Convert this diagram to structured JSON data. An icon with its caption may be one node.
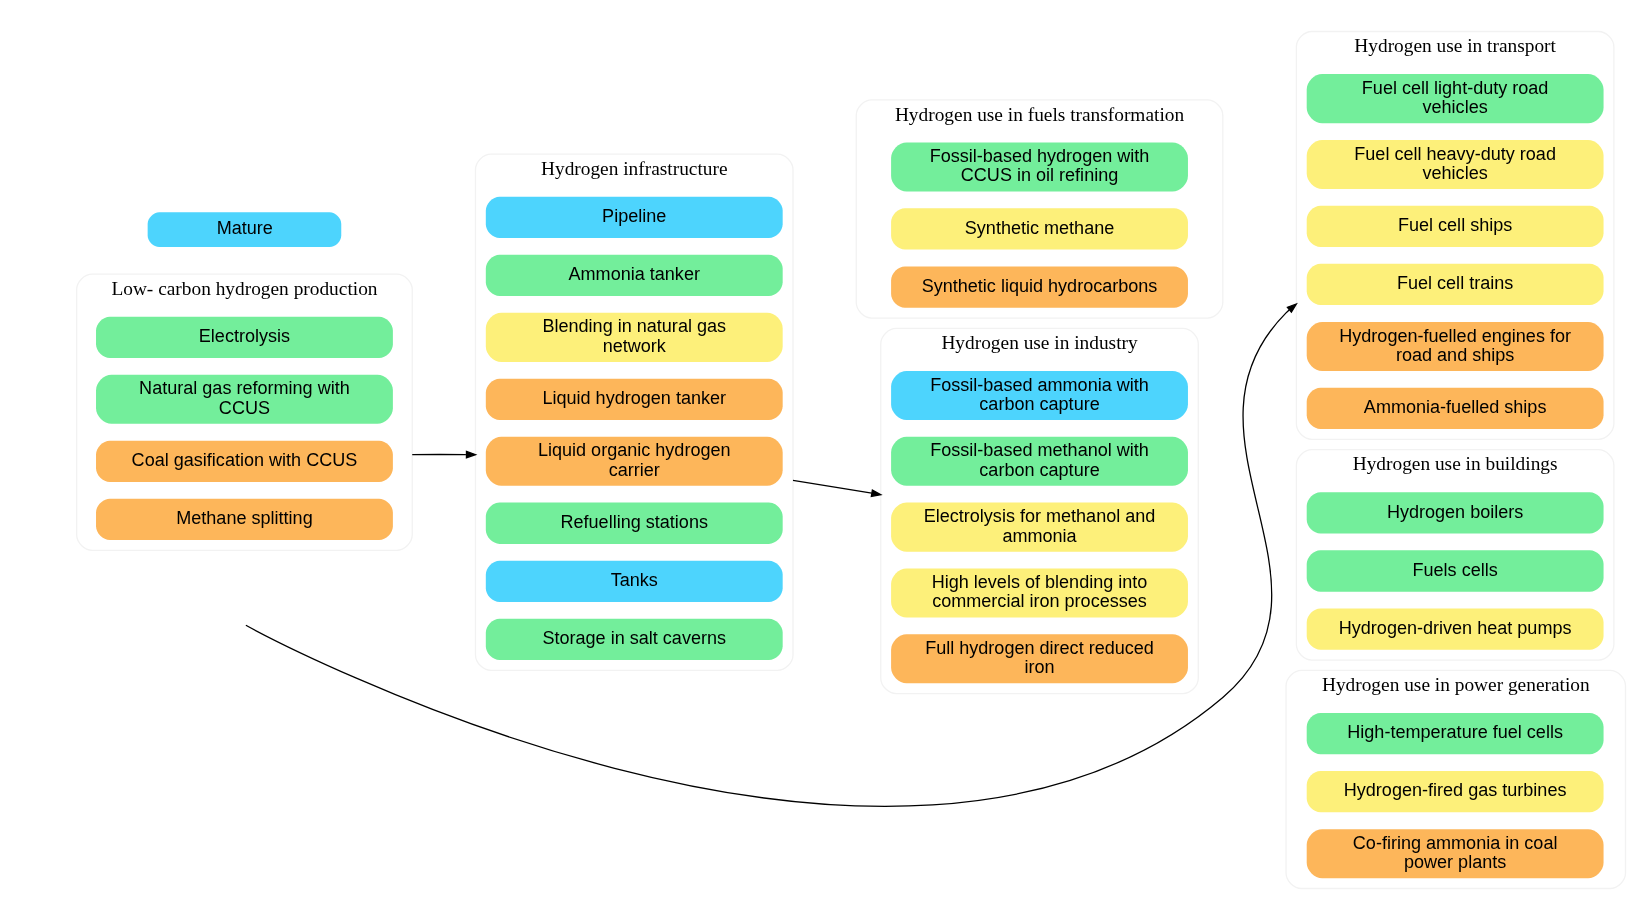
{
  "diagram": {
    "nodes": [
      {
        "text": [
          "Low- carbon hydrogen production"
        ]
      },
      {
        "text": [
          "Electrolysis"
        ],
        "in": 0
      },
      {
        "text": [
          "Natural gas reforming with CCUS"
        ],
        "in": 0
      },
      {
        "text": [
          "Coal gasification with CCUS"
        ],
        "in": 0
      },
      {
        "text": [
          "Methane splitting"
        ],
        "in": 0
      },
      {
        "text": [
          "Hydrogen infrastructure"
        ]
      },
      {
        "text": [
          "Pipeline"
        ],
        "in": 5
      },
      {
        "text": [
          "Ammonia tanker"
        ],
        "in": 5
      },
      {
        "text": [
          "Blending in natural gas network"
        ],
        "in": 5
      },
      {
        "text": [
          "Liquid hydrogen tanker"
        ],
        "in": 5
      },
      {
        "text": [
          "Liquid organic hydrogen carrier"
        ],
        "in": 5
      },
      {
        "text": [
          "Refuelling stations"
        ],
        "in": 5
      },
      {
        "text": [
          "Tanks"
        ],
        "in": 5
      },
      {
        "text": [
          "Storage in salt caverns"
        ],
        "in": 5
      },
      {
        "text": [
          "Hydrogen use in fuels transformation"
        ]
      },
      {
        "text": [
          "Fossil-based hydrogen with CCUS in oil refining"
        ],
        "in": 14
      },
      {
        "text": [
          "Synthetic methane"
        ],
        "in": 14
      },
      {
        "text": [
          "Synthetic liquid hydrocarbons"
        ],
        "in": 14
      },
      {
        "text": [
          "Hydrogen use in industry"
        ]
      },
      {
        "text": [
          "Fossil-based ammonia with carbon capture"
        ],
        "in": 18
      },
      {
        "text": [
          "Fossil-based methanol with carbon capture"
        ],
        "in": 18
      },
      {
        "text": [
          "Electrolysis for methanol and ammonia"
        ],
        "in": 18
      },
      {
        "text": [
          "High levels of blending into commercial iron processes"
        ],
        "in": 18
      },
      {
        "text": [
          "Full hydrogen direct reduced iron"
        ],
        "in": 18
      },
      {
        "text": [
          "Hydrogen use in transport"
        ]
      },
      {
        "text": [
          "Fuel cell light-duty road vehicles"
        ],
        "in": 24
      },
      {
        "text": [
          "Fuel cell heavy-duty road vehicles"
        ],
        "in": 24
      },
      {
        "text": [
          "Fuel cell ships"
        ],
        "in": 24
      },
      {
        "text": [
          "Fuel cell trains"
        ],
        "in": 24
      },
      {
        "text": [
          "Hydrogen-fuelled engines for road and ships"
        ],
        "in": 24
      },
      {
        "text": [
          "Ammonia-fuelled ships"
        ],
        "in": 24
      },
      {
        "text": [
          "Hydrogen use in buildings"
        ]
      },
      {
        "text": [
          "Hydrogen boilers"
        ],
        "in": 31
      },
      {
        "text": [
          "Fuels cells"
        ],
        "in": 31
      },
      {
        "text": [
          "Hydrogen-driven heat pumps"
        ],
        "in": 31
      },
      {
        "text": [
          "Hydrogen use in power generation"
        ]
      },
      {
        "text": [
          "High-temperature fuel cells"
        ],
        "in": 35
      },
      {
        "text": [
          "Hydrogen-fired gas turbines"
        ],
        "in": 35
      },
      {
        "text": [
          "Co-firing ammonia in coal power plants"
        ],
        "in": 35
      }
    ],
    "edges": [
      {
        "from": 0,
        "to": 5,
        "arrow": "to"
      },
      {
        "from": 5,
        "to": 18,
        "arrow": "to"
      },
      {
        "from": null,
        "to": 24,
        "arrow": "to"
      }
    ],
    "legend": [
      {
        "text": "Mature",
        "color": "#4dd4fd"
      }
    ]
  }
}
